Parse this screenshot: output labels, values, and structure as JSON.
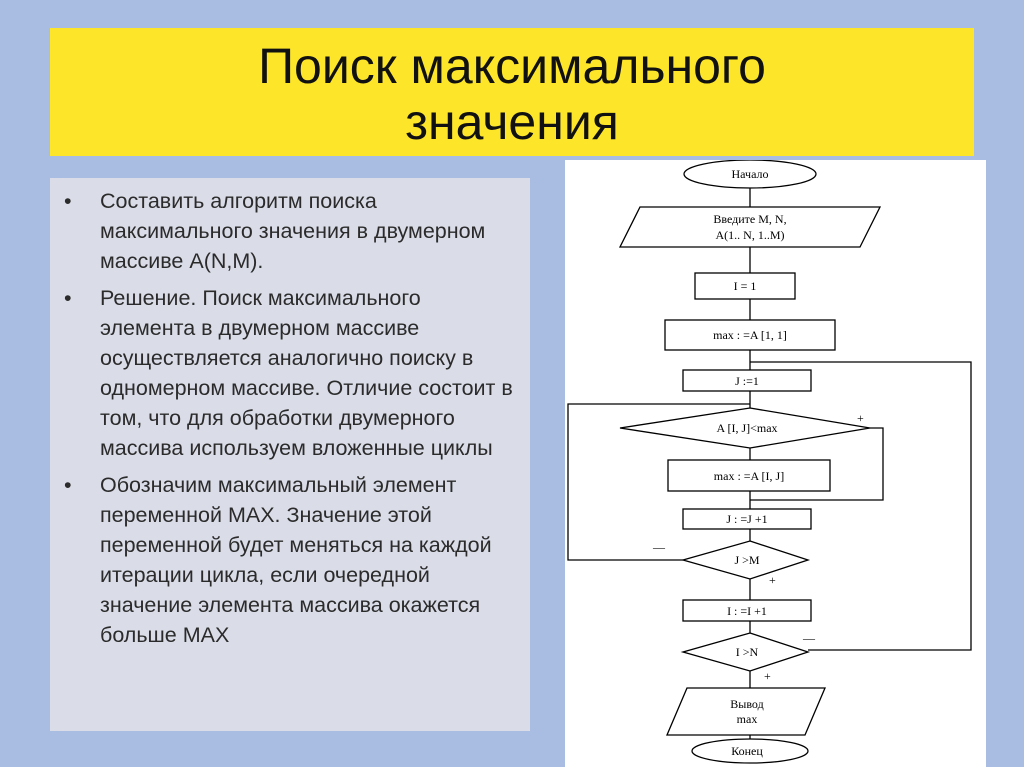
{
  "slide": {
    "title_line1": "Поиск максимального",
    "title_line2": "значения"
  },
  "bullets": [
    {
      "marker": "•",
      "text": "Составить алгоритм поиска максимального значения в двумерном массиве A(N,M)."
    },
    {
      "marker": "•",
      "text": "Решение. Поиск максимального элемента в двумерном массиве осуществляется аналогично поиску в одномерном массиве. Отличие состоит в том, что для обработки двумерного массива используем вложенные циклы"
    },
    {
      "marker": "•",
      "text": "Обозначим максимальный элемент переменной MAX. Значение этой переменной будет меняться на каждой итерации цикла, если очередной значение элемента массива окажется больше MAX"
    }
  ],
  "flowchart": {
    "start": "Начало",
    "input_line1": "Введите M, N,",
    "input_line2": "A(1.. N, 1..M)",
    "init_i": "I = 1",
    "init_max": "max : =A [1, 1]",
    "init_j": "J :=1",
    "cond_compare": "A [I, J]<max",
    "assign_max": "max : =A [I, J]",
    "inc_j": "J : =J +1",
    "cond_j": "J >M",
    "inc_i": "I : =I +1",
    "cond_i": "I >N",
    "output_line1": "Вывод",
    "output_line2": "max",
    "end": "Конец",
    "plus_sign": "+",
    "minus_sign": "—"
  }
}
